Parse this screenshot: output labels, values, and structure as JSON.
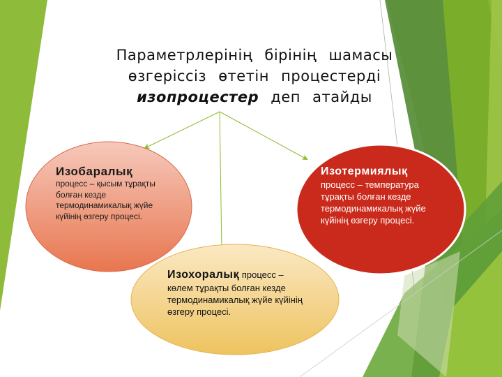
{
  "slide": {
    "title": {
      "line1": "Параметрлерінің бірінің шамасы",
      "line2": "өзгеріссіз өтетін процестерді",
      "line3_emphasis": "изопроцестер",
      "line3_rest": " деп атайды"
    },
    "bubbles": [
      {
        "heading": "Изобаралық",
        "body": "процесс – қысым тұрақты болған кезде термодинамикалық жүйе күйінің өзгеру процесі.",
        "color": "#e9805f"
      },
      {
        "heading": "Изохоралық",
        "body": " процесс – көлем тұрақты болған кезде термодинамикалық жүйе күйінің өзгеру процесі.",
        "color": "#f0cf7e"
      },
      {
        "heading": "Изотермиялық",
        "body": "процесс – температура тұрақты болған кезде термодинамикалық жүйе күйінің өзгеру процесі.",
        "color": "#c92a1c"
      }
    ],
    "colors": {
      "arrow": "#8dbb2a",
      "green_light": "#8fbd35",
      "green_dark": "#5a8f3a"
    }
  }
}
